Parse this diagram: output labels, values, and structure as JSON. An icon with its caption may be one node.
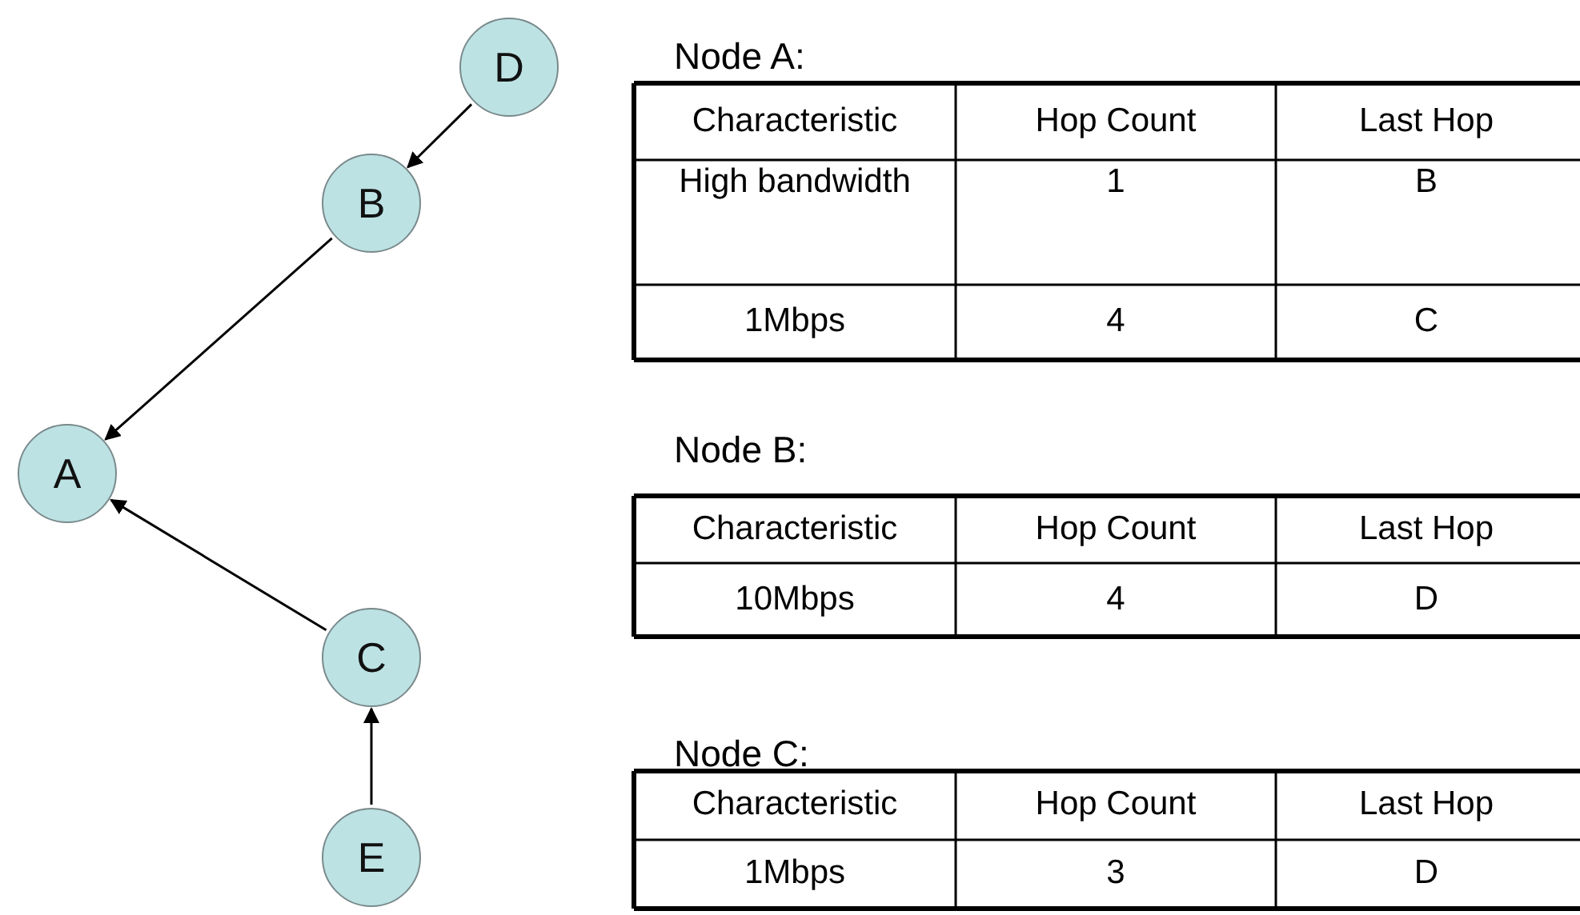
{
  "diagram": {
    "nodes": [
      {
        "text": [
          "D"
        ]
      },
      {
        "text": [
          "B"
        ]
      },
      {
        "text": [
          "A"
        ]
      },
      {
        "text": [
          "C"
        ]
      },
      {
        "text": [
          "E"
        ]
      }
    ],
    "edges": [
      {
        "from": 0,
        "to": 1,
        "arrow": "to"
      },
      {
        "from": 1,
        "to": 2,
        "arrow": "to"
      },
      {
        "from": 3,
        "to": 2,
        "arrow": "to"
      },
      {
        "from": 4,
        "to": 3,
        "arrow": "to"
      }
    ],
    "labels": [
      "Node A:",
      "Characteristic",
      "Hop Count",
      "Last Hop",
      "High bandwidth",
      "1",
      "B",
      "1Mbps",
      "4",
      "C",
      "Node B:",
      "Characteristic",
      "Hop Count",
      "Last Hop",
      "10Mbps",
      "4",
      "D",
      "Node C:",
      "Characteristic",
      "Hop Count",
      "Last Hop",
      "1Mbps",
      "3",
      "D"
    ]
  }
}
